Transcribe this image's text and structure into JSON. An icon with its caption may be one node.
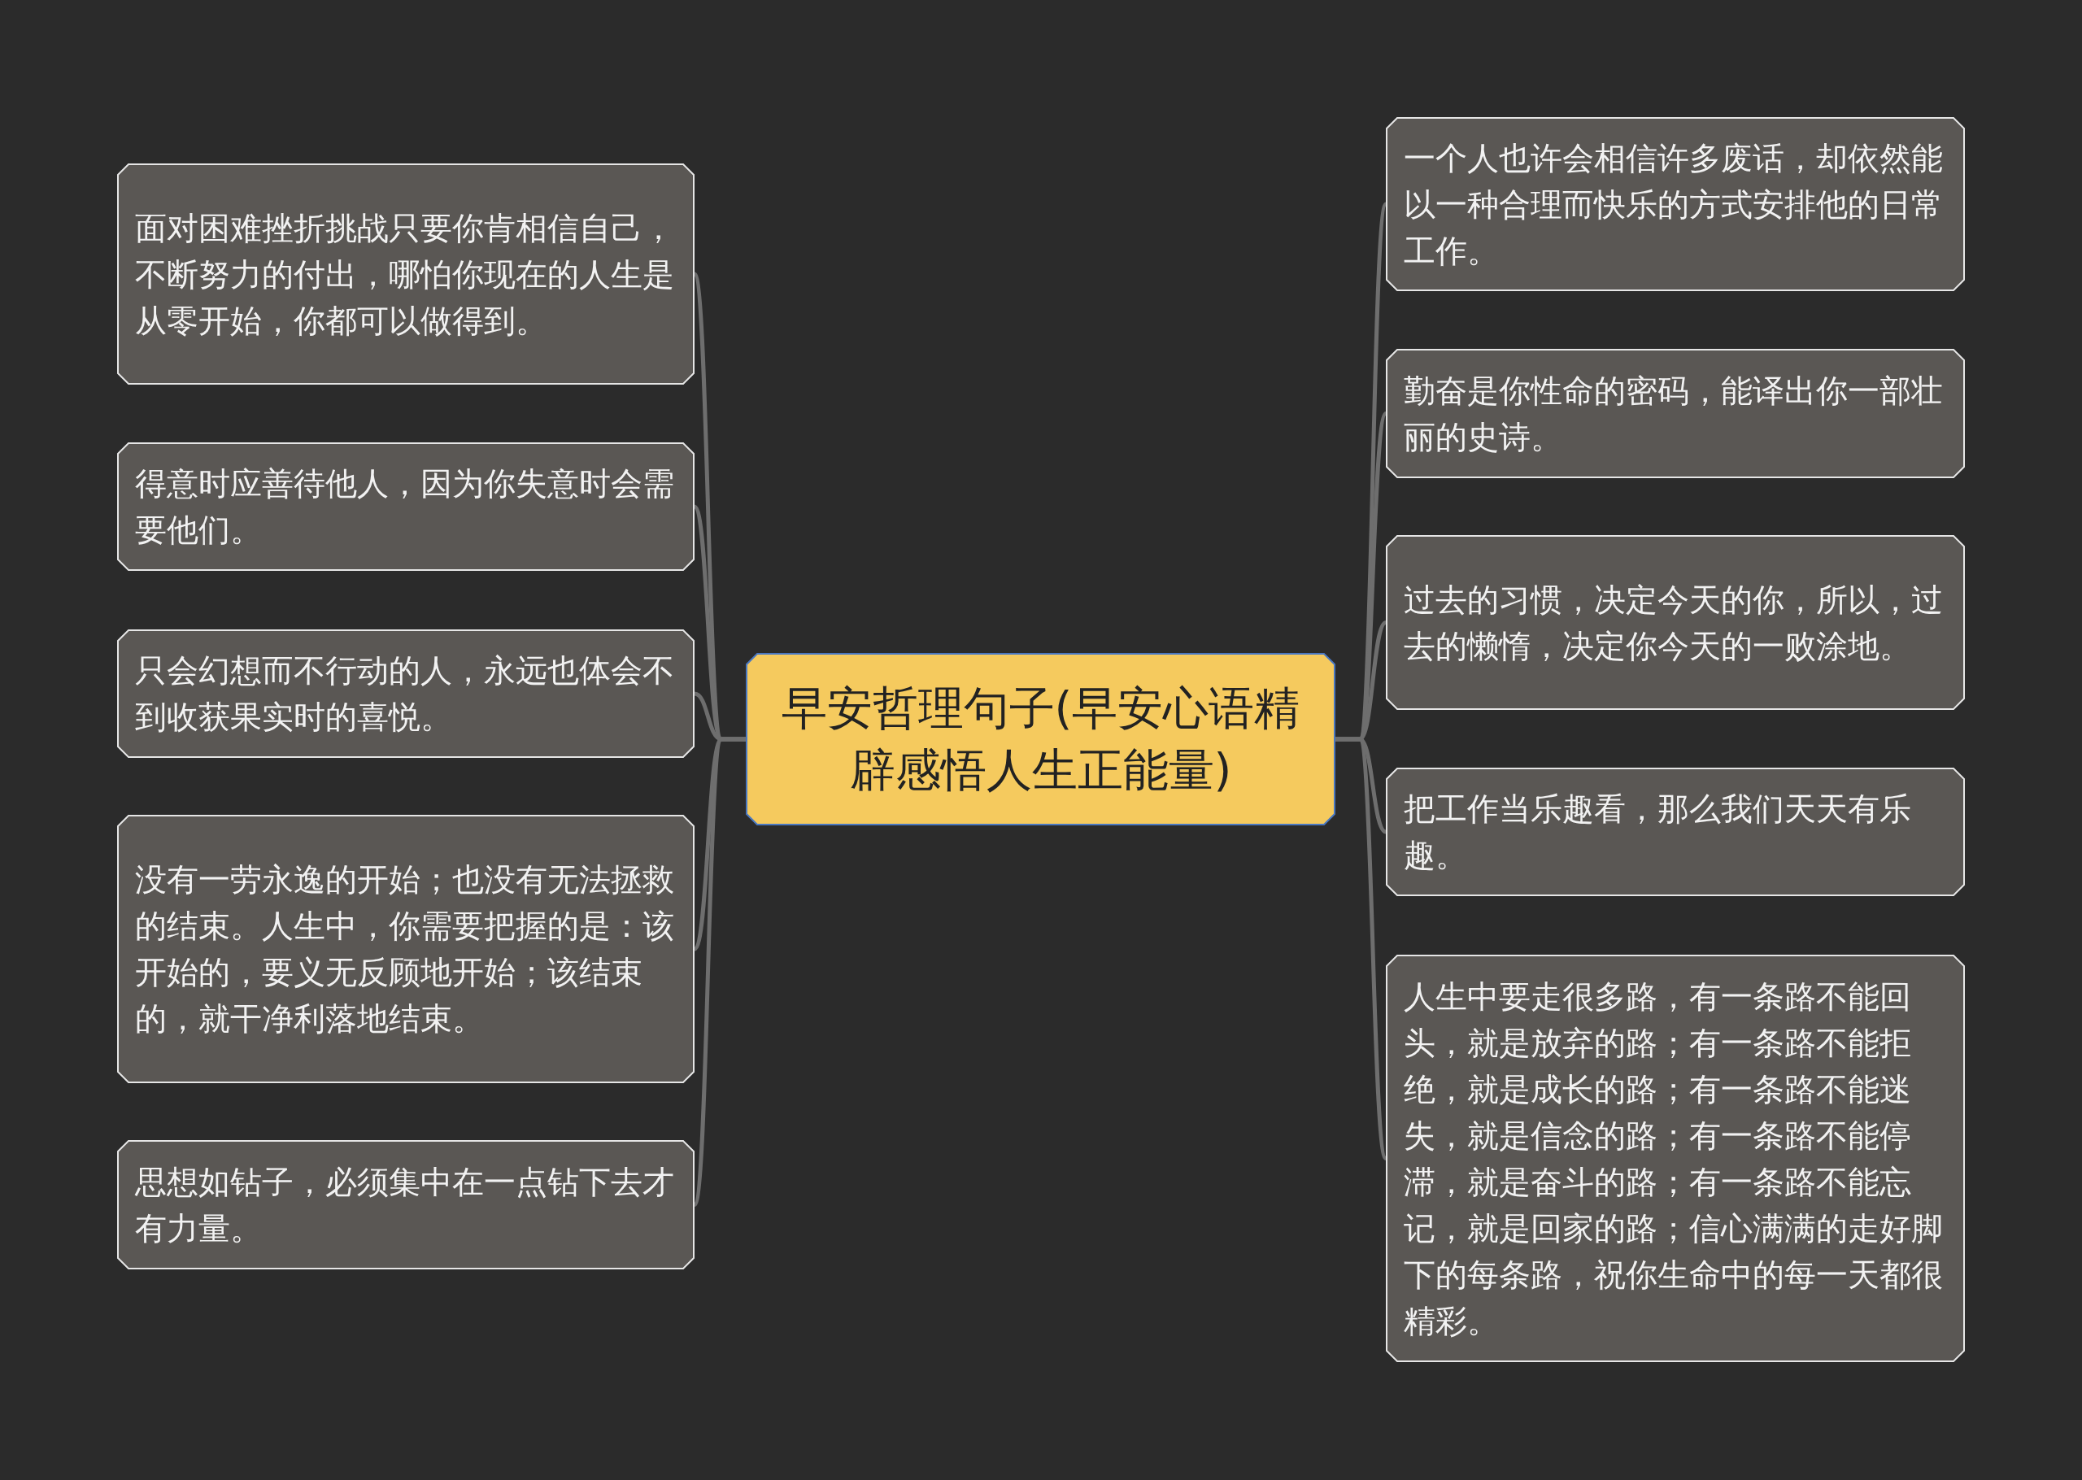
{
  "diagram": {
    "nodes": [
      {
        "text": [
          "早安哲理句子(早安心语精辟感悟人生正能量)"
        ]
      },
      {
        "text": [
          "面对困难挫折挑战只要你肯相信自己，不断努力的付出，哪怕你现在的人生是从零开始，你都可以做得到。"
        ]
      },
      {
        "text": [
          "得意时应善待他人，因为你失意时会需要他们。"
        ]
      },
      {
        "text": [
          "只会幻想而不行动的人，永远也体会不到收获果实时的喜悦。"
        ]
      },
      {
        "text": [
          "没有一劳永逸的开始；也没有无法拯救的结束。人生中，你需要把握的是：该开始的，要义无反顾地开始；该结束的，就干净利落地结束。"
        ]
      },
      {
        "text": [
          "思想如钻子，必须集中在一点钻下去才有力量。"
        ]
      },
      {
        "text": [
          "一个人也许会相信许多废话，却依然能以一种合理而快乐的方式安排他的日常工作。"
        ]
      },
      {
        "text": [
          "勤奋是你性命的密码，能译出你一部壮丽的史诗。"
        ]
      },
      {
        "text": [
          "过去的习惯，决定今天的你，所以，过去的懒惰，决定你今天的一败涂地。"
        ]
      },
      {
        "text": [
          "把工作当乐趣看，那么我们天天有乐趣。"
        ]
      },
      {
        "text": [
          "人生中要走很多路，有一条路不能回头，就是放弃的路；有一条路不能拒绝，就是成长的路；有一条路不能迷失，就是信念的路；有一条路不能停滞，就是奋斗的路；有一条路不能忘记，就是回家的路；信心满满的走好脚下的每条路，祝你生命中的每一天都很精彩。"
        ]
      }
    ],
    "edges": [
      {
        "from": 0,
        "to": 1,
        "arrow": "none"
      },
      {
        "from": 0,
        "to": 2,
        "arrow": "none"
      },
      {
        "from": 0,
        "to": 3,
        "arrow": "none"
      },
      {
        "from": 0,
        "to": 4,
        "arrow": "none"
      },
      {
        "from": 0,
        "to": 5,
        "arrow": "none"
      },
      {
        "from": 0,
        "to": 6,
        "arrow": "none"
      },
      {
        "from": 0,
        "to": 7,
        "arrow": "none"
      },
      {
        "from": 0,
        "to": 8,
        "arrow": "none"
      },
      {
        "from": 0,
        "to": 9,
        "arrow": "none"
      },
      {
        "from": 0,
        "to": 10,
        "arrow": "none"
      }
    ]
  }
}
